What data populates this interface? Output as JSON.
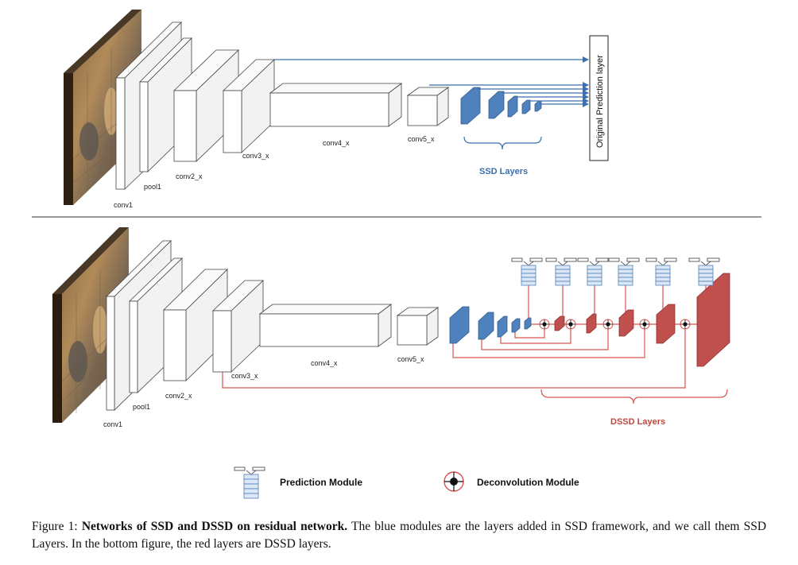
{
  "top": {
    "labels": {
      "conv1": "conv1",
      "pool1": "pool1",
      "conv2": "conv2_x",
      "conv3": "conv3_x",
      "conv4": "conv4_x",
      "conv5": "conv5_x"
    },
    "ssd_layers_label": "SSD Layers",
    "prediction_layer_label": "Original Prediction layer"
  },
  "bottom": {
    "labels": {
      "conv1": "conv1",
      "pool1": "pool1",
      "conv2": "conv2_x",
      "conv3": "conv3_x",
      "conv4": "conv4_x",
      "conv5": "conv5_x"
    },
    "dssd_layers_label": "DSSD Layers"
  },
  "legend": {
    "prediction_module": "Prediction Module",
    "deconvolution_module": "Deconvolution   Module"
  },
  "caption": {
    "prefix": "Figure 1: ",
    "bold": "Networks of SSD and DSSD on residual network.",
    "rest": " The blue modules are the layers added in SSD framework, and we call them SSD Layers. In the bottom figure, the red layers are DSSD layers."
  },
  "colors": {
    "ssd_blue": "#4f81bd",
    "dssd_red": "#c0504d",
    "arrow_blue": "#3b6fb0",
    "line_red": "#d9534f"
  }
}
